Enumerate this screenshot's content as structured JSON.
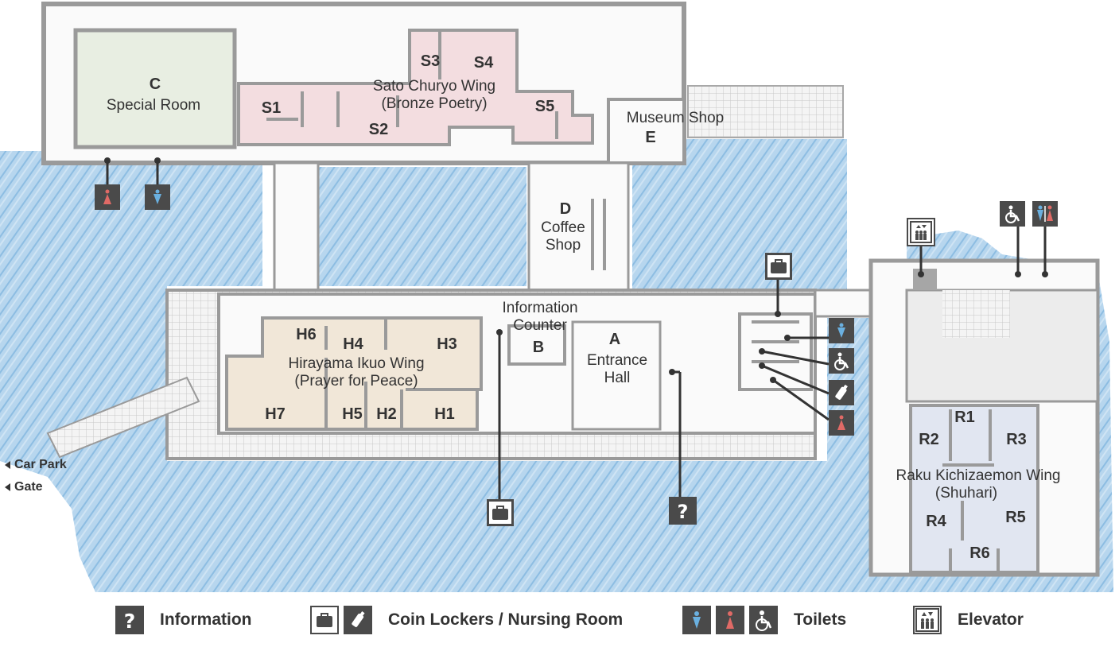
{
  "rooms": {
    "c_code": "C",
    "c_name": "Special Room",
    "sato_title": "Sato Churyo Wing",
    "sato_sub": "(Bronze Poetry)",
    "s1": "S1",
    "s2": "S2",
    "s3": "S3",
    "s4": "S4",
    "s5": "S5",
    "shop_name": "Museum Shop",
    "shop_code": "E",
    "coffee_code": "D",
    "coffee_1": "Coffee",
    "coffee_2": "Shop",
    "info_1": "Information",
    "info_2": "Counter",
    "info_code": "B",
    "hall_code": "A",
    "hall_1": "Entrance",
    "hall_2": "Hall",
    "hira_title": "Hirayama Ikuo Wing",
    "hira_sub": "(Prayer for Peace)",
    "h1": "H1",
    "h2": "H2",
    "h3": "H3",
    "h4": "H4",
    "h5": "H5",
    "h6": "H6",
    "h7": "H7",
    "raku_title": "Raku Kichizaemon Wing",
    "raku_sub": "(Shuhari)",
    "r1": "R1",
    "r2": "R2",
    "r3": "R3",
    "r4": "R4",
    "r5": "R5",
    "r6": "R6"
  },
  "nav": {
    "car_park": "Car Park",
    "gate": "Gate"
  },
  "legend": {
    "information": "Information",
    "lockers": "Coin Lockers / Nursing Room",
    "toilets": "Toilets",
    "elevator": "Elevator"
  },
  "colors": {
    "water": "#a9cde8",
    "special_room": "#e8eee2",
    "sato_wing": "#f3dde0",
    "hirayama_wing": "#f1e7d8",
    "raku_wing": "#e1e6f1",
    "wall": "#9a9a9a",
    "icon_bg": "#4a4a4a",
    "toilet_female": "#e06a66",
    "toilet_male": "#6ab0e0"
  },
  "icons": [
    "information-icon",
    "coin-locker-icon",
    "nursing-room-icon",
    "toilet-male-icon",
    "toilet-female-icon",
    "wheelchair-icon",
    "elevator-icon"
  ]
}
